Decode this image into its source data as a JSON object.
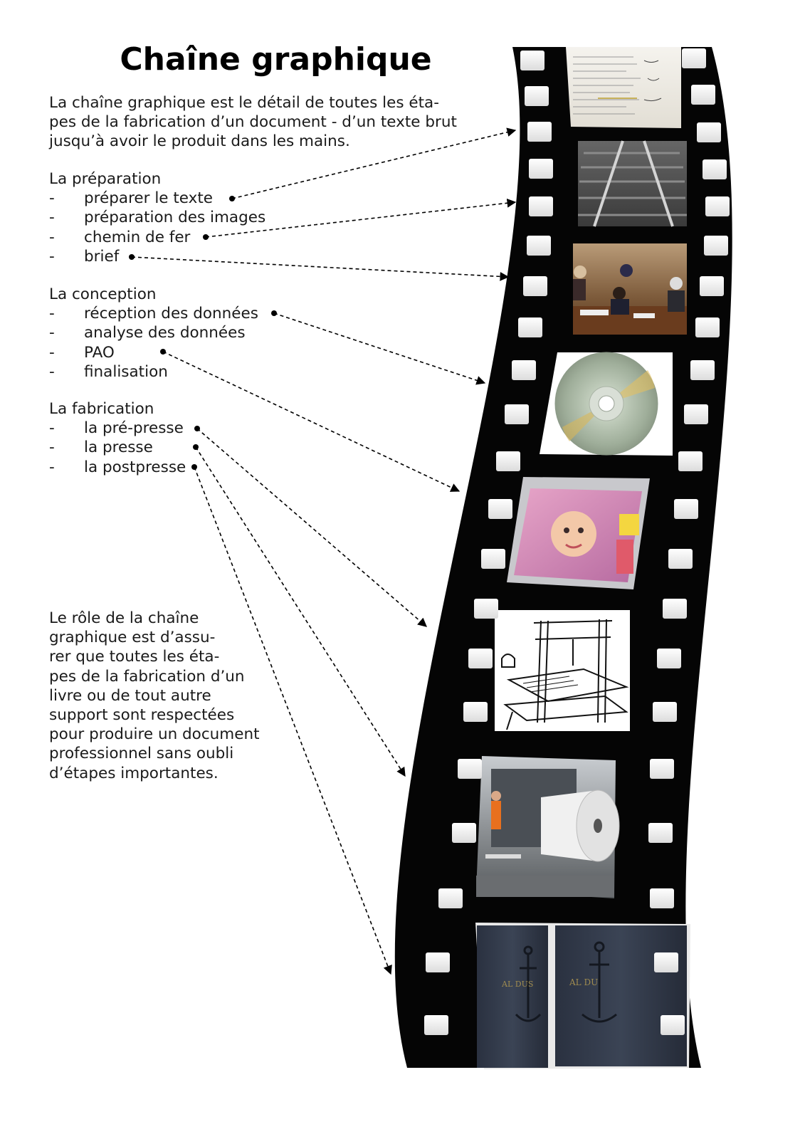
{
  "title": "Chaîne graphique",
  "intro": "La chaîne graphique est le détail de toutes les éta-\npes de la fabrication d’un document - d’un texte brut\njusqu’à avoir le produit dans les mains.",
  "sections": [
    {
      "title": "La préparation",
      "items": [
        "préparer le texte",
        "préparation des images",
        "chemin de fer",
        "brief"
      ]
    },
    {
      "title": "La conception",
      "items": [
        "réception des données",
        "analyse des données",
        "PAO",
        "finalisation"
      ]
    },
    {
      "title": "La fabrication",
      "items": [
        "la pré-presse",
        "la presse",
        "la postpresse"
      ]
    }
  ],
  "bullet": "-",
  "role_text": "Le rôle de la chaîne\ngraphique est d’assu-\nrer que toutes les éta-\npes de la fabrication d’un\nlivre ou de tout autre\nsupport sont respectées\npour produire un document\nprofessionnel sans oubli\nd’étapes importantes.",
  "film_frames": [
    "manuscript-image",
    "railway-track-image",
    "meeting-room-image",
    "cd-disc-image",
    "magazine-layout-image",
    "printing-press-drawing-image",
    "industrial-press-image",
    "bound-books-image"
  ],
  "colors": {
    "film": "#050505",
    "hole": "#ffffff",
    "text": "#1a1a1a"
  }
}
